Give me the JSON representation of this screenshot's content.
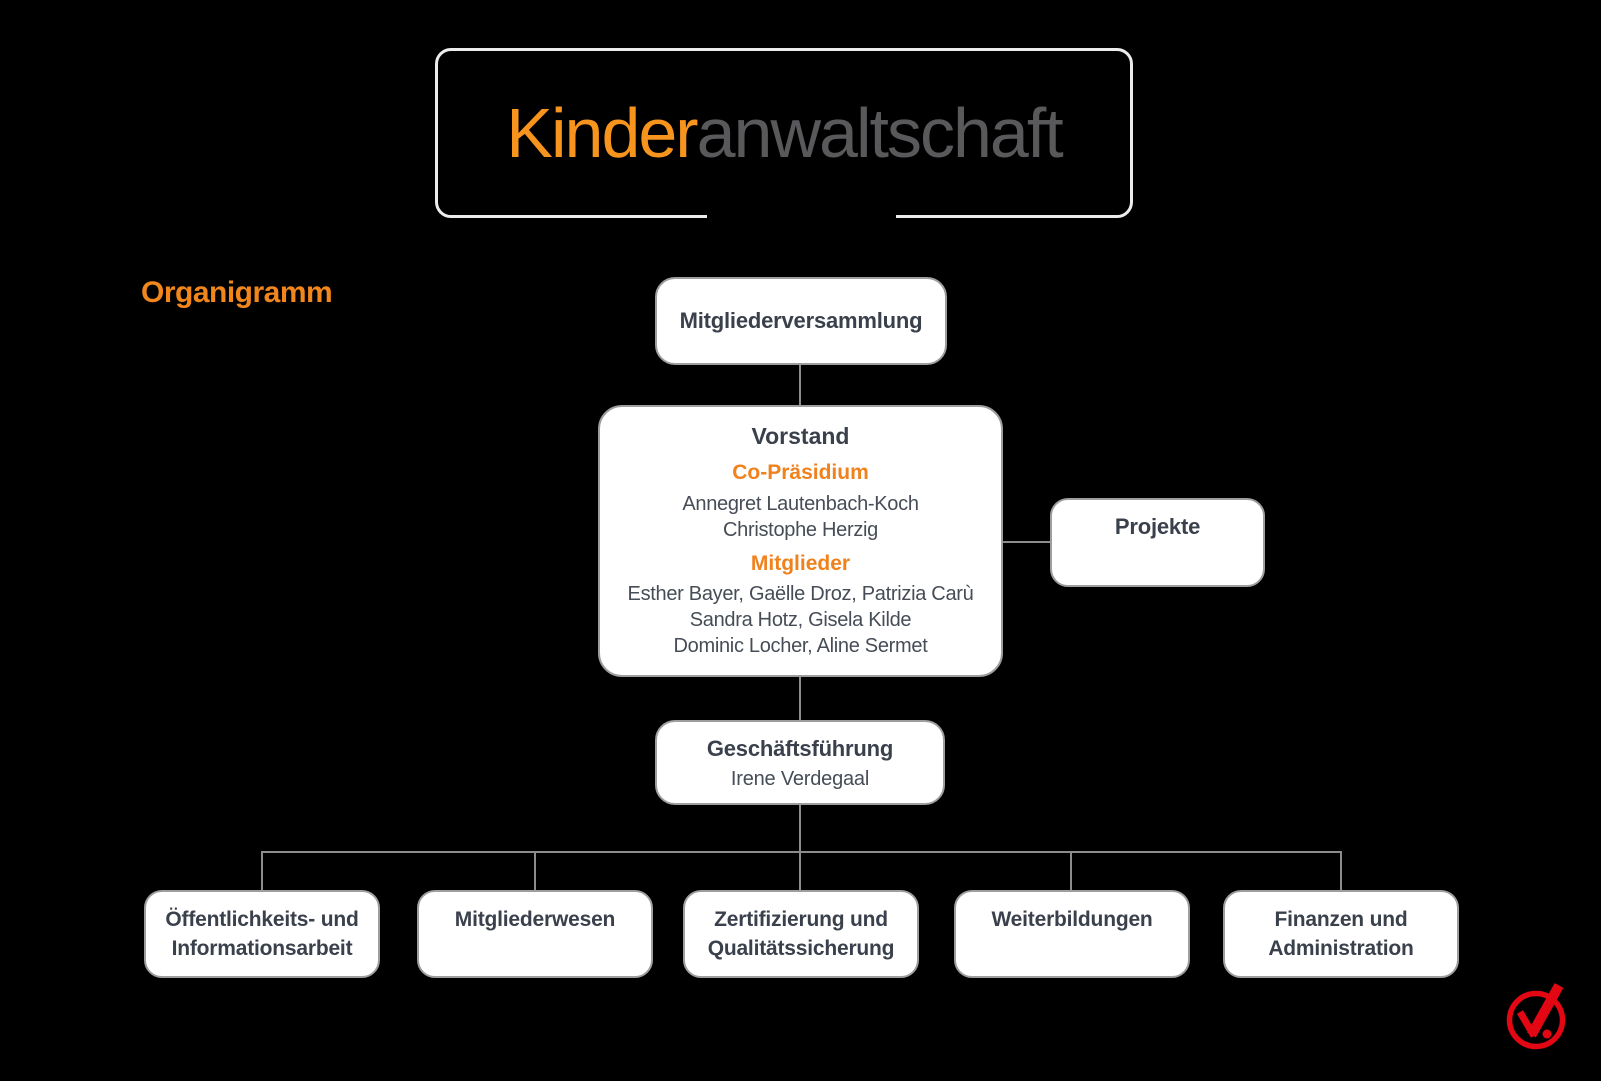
{
  "logo": {
    "part1": "Kinder",
    "part2": "anwaltschaft"
  },
  "page": {
    "title": "Organigramm"
  },
  "org": {
    "mitgliederversammlung": {
      "label": "Mitgliederversammlung"
    },
    "vorstand": {
      "title": "Vorstand",
      "co_praesidium_label": "Co-Präsidium",
      "co_names": [
        "Annegret Lautenbach-Koch",
        "Christophe Herzig"
      ],
      "mitglieder_label": "Mitglieder",
      "mitglieder_names": [
        "Esther Bayer, Gaëlle Droz, Patrizia Carù",
        "Sandra Hotz, Gisela Kilde",
        "Dominic Locher, Aline Sermet"
      ]
    },
    "projekte": {
      "label": "Projekte"
    },
    "geschaeftsfuehrung": {
      "title": "Geschäftsführung",
      "name": "Irene Verdegaal"
    },
    "departments": [
      {
        "lines": [
          "Öffentlichkeits- und",
          "Informationsarbeit"
        ]
      },
      {
        "lines": [
          "Mitgliederwesen"
        ]
      },
      {
        "lines": [
          "Zertifizierung und",
          "Qualitätssicherung"
        ]
      },
      {
        "lines": [
          "Weiterbildungen"
        ]
      },
      {
        "lines": [
          "Finanzen und",
          "Administration"
        ]
      }
    ]
  },
  "colors": {
    "background": "#000000",
    "accent_orange": "#F0821E",
    "logo_orange": "#F7941D",
    "logo_gray": "#59595C",
    "box_text": "#3A414C",
    "box_border": "#9E9E9E",
    "connector_gray": "#8C8C8C",
    "seal_red": "#E30613"
  }
}
